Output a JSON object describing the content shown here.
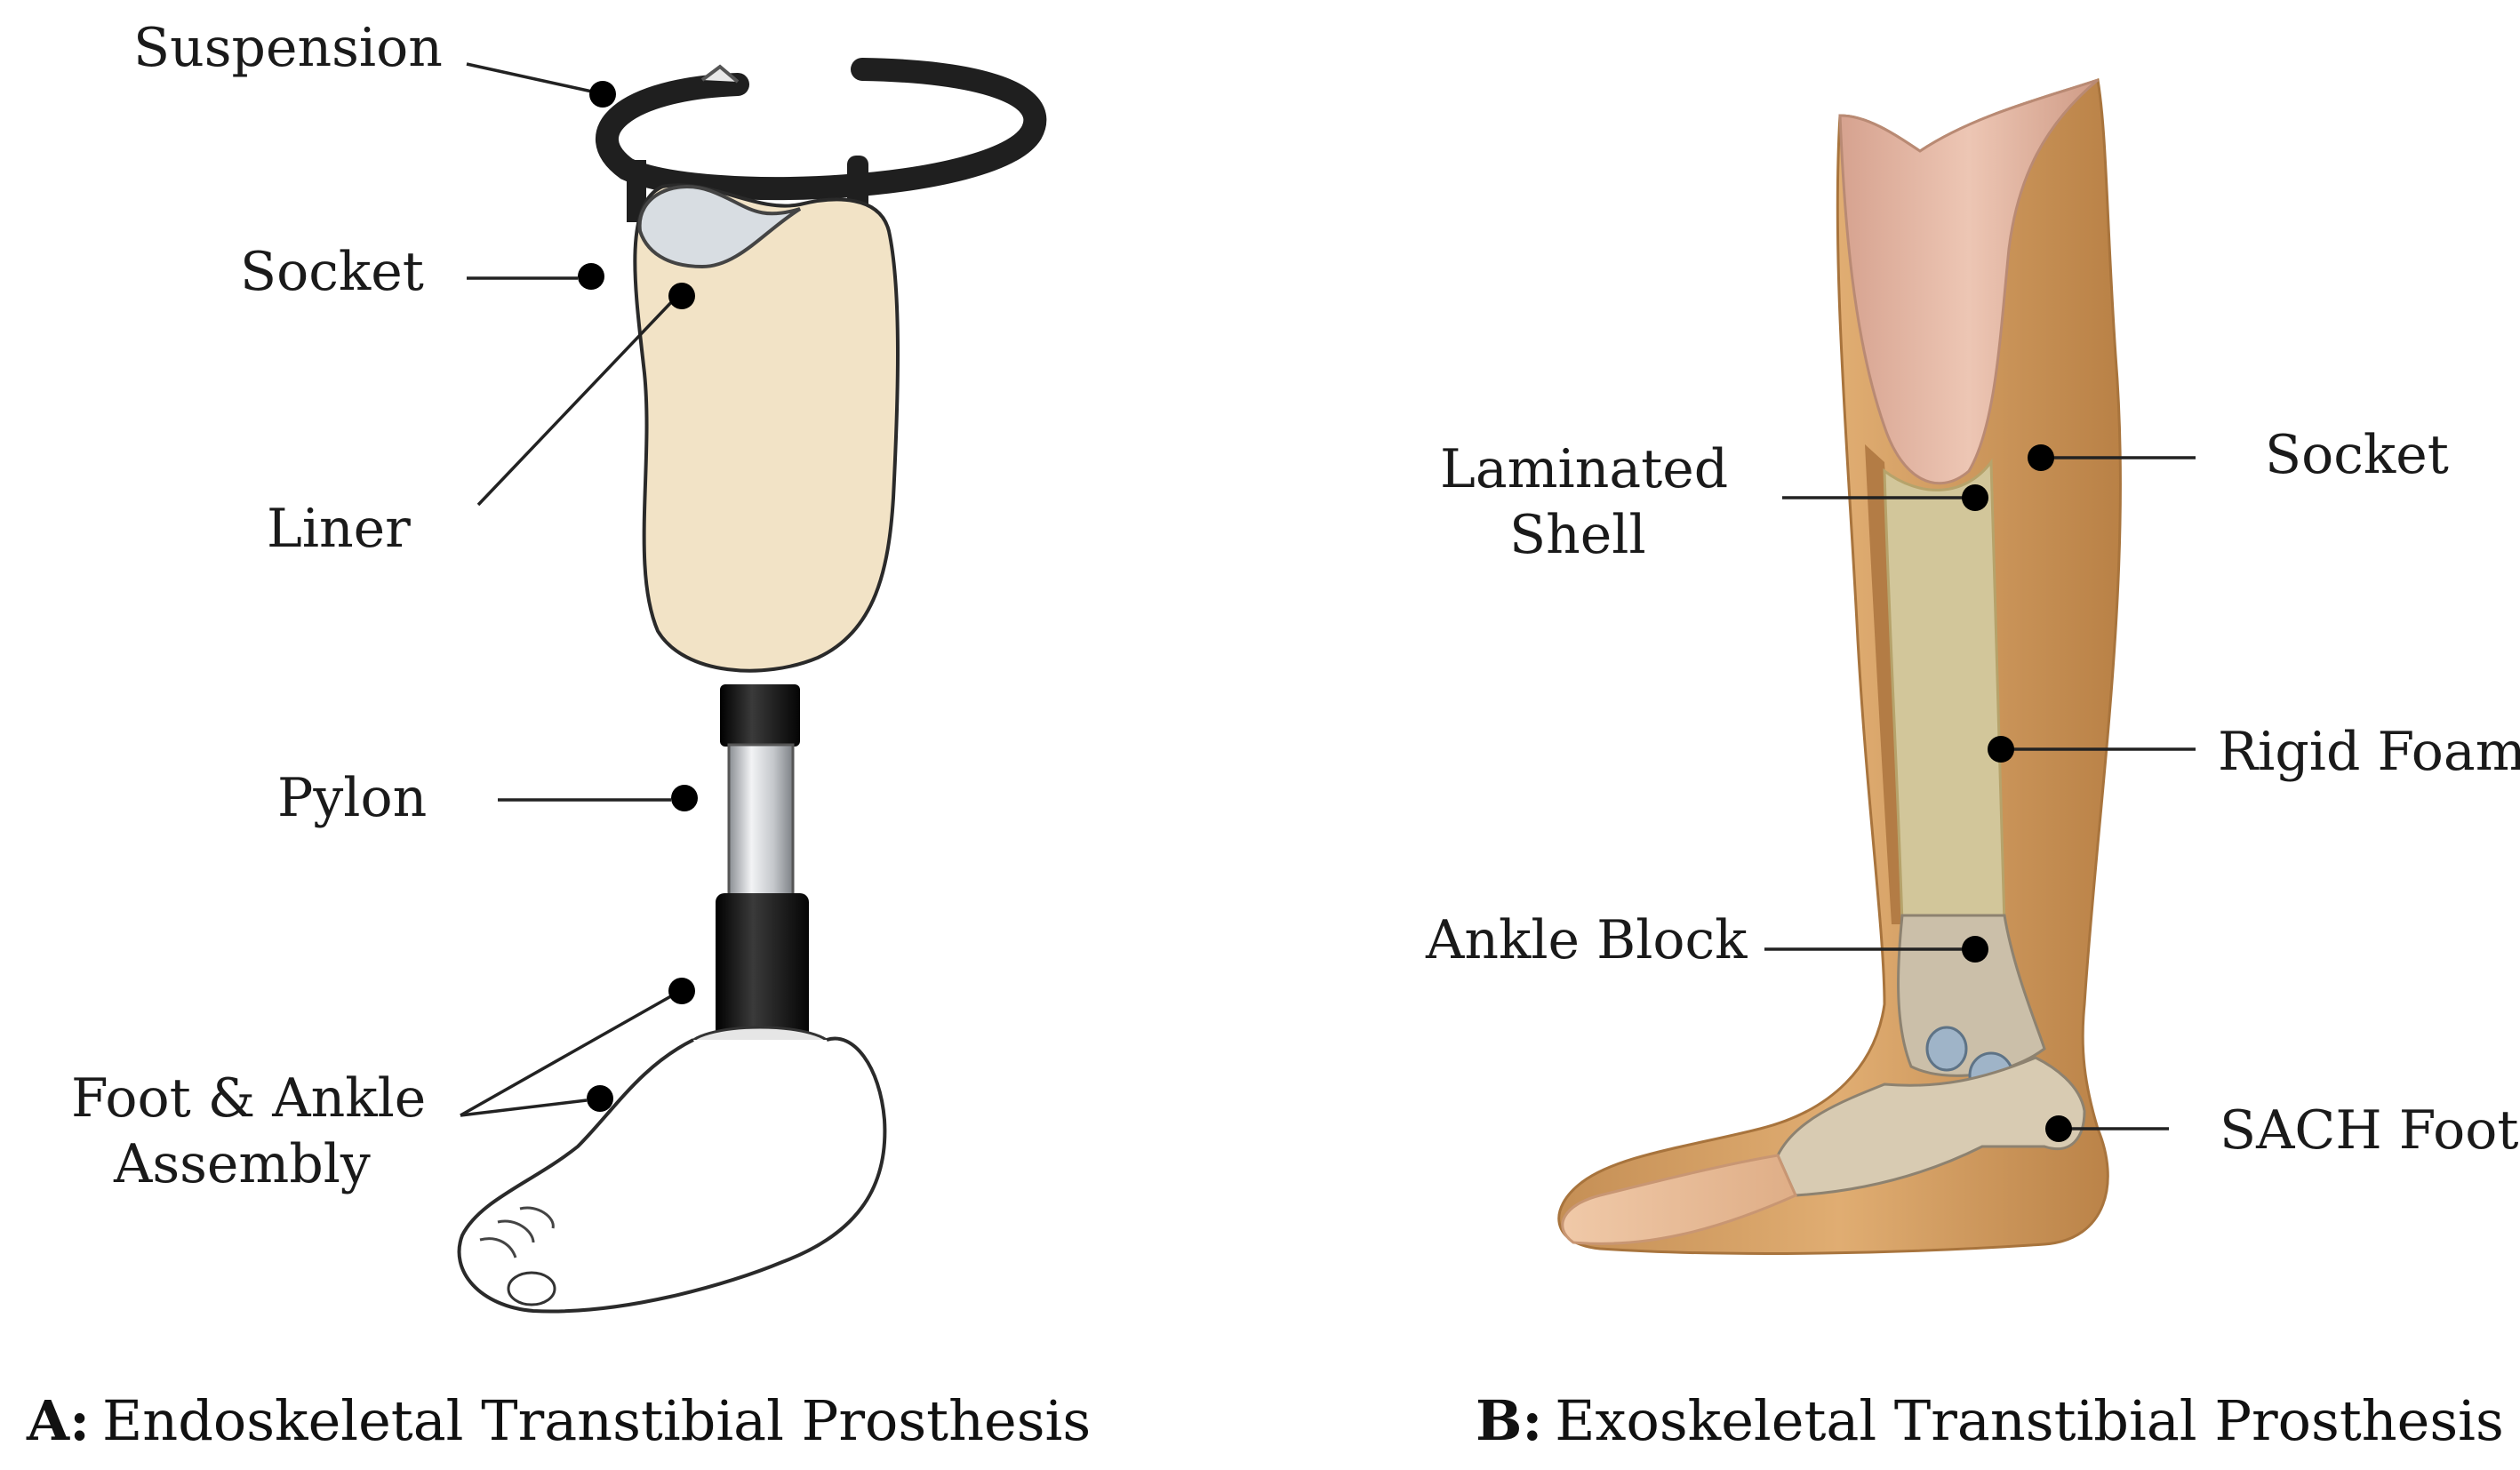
{
  "panel_a": {
    "labels": {
      "suspension": "Suspension",
      "socket": "Socket",
      "liner": "Liner",
      "pylon": "Pylon",
      "foot_line1": "Foot & Ankle",
      "foot_line2": "Assembly"
    },
    "caption": {
      "key": "A:",
      "text": "Endoskeletal Transtibial Prosthesis"
    }
  },
  "panel_b": {
    "labels": {
      "laminated_line1": "Laminated",
      "laminated_line2": "Shell",
      "socket": "Socket",
      "rigid_foam": "Rigid Foam",
      "ankle_block": "Ankle Block",
      "sach_foot": "SACH Foot"
    },
    "caption": {
      "key": "B:",
      "text": "Exoskeletal Transtibial Prosthesis"
    }
  },
  "colors": {
    "socket_beige": "#f2e3c6",
    "liner_grey": "#d8dde2",
    "strap_black": "#1f1f1f",
    "pylon_silver": "#c9ccd0",
    "exo_tan": "#d9a56a",
    "exo_inner_pink": "#e3b8a4",
    "foam_olive": "#d2c69a",
    "ankle_grey": "#cbbfa9",
    "bolt_blue": "#9fb4c8"
  }
}
